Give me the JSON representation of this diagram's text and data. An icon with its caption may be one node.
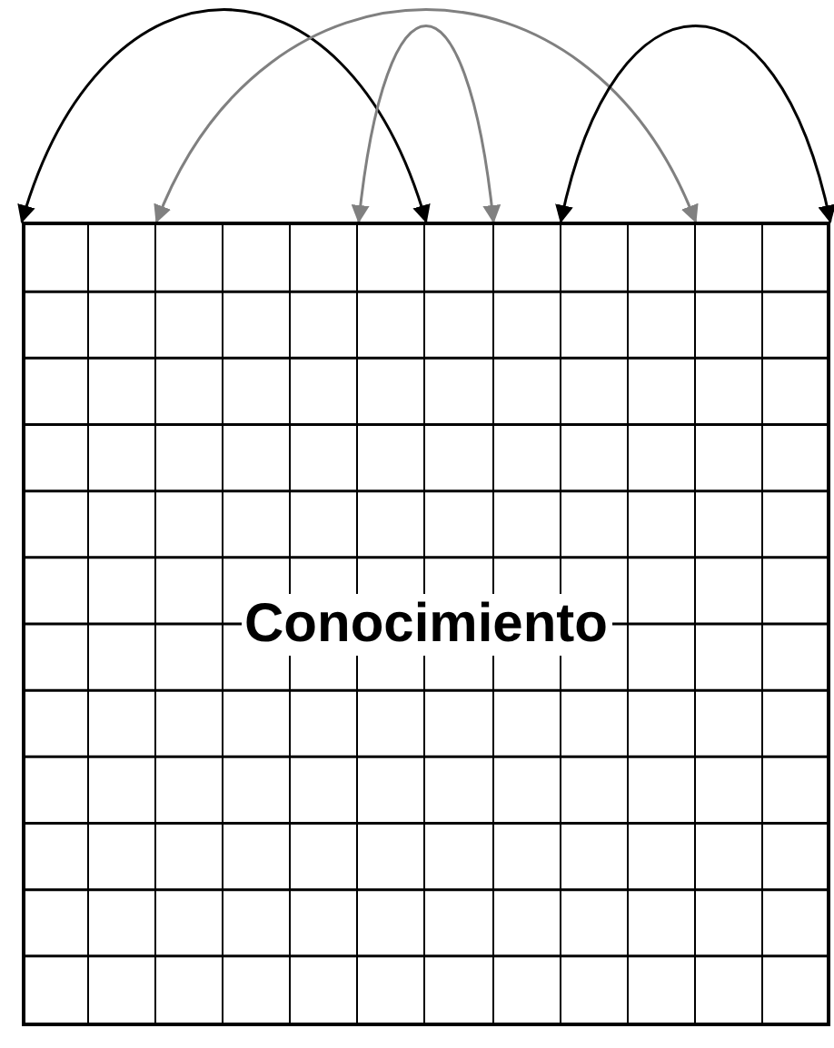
{
  "diagram": {
    "nodes": [
      {
        "text": [
          "Conocimiento"
        ]
      },
      {
        "text": [],
        "shape": "box",
        "in": 0
      },
      {
        "text": [],
        "shape": "box",
        "in": 0
      },
      {
        "text": [],
        "shape": "box",
        "in": 0
      },
      {
        "text": [],
        "shape": "box",
        "in": 0
      },
      {
        "text": [],
        "shape": "box",
        "in": 0
      },
      {
        "text": [],
        "shape": "box",
        "in": 0
      },
      {
        "text": [],
        "shape": "box",
        "in": 0
      },
      {
        "text": [],
        "shape": "box",
        "in": 0
      },
      {
        "text": [],
        "shape": "box",
        "in": 0
      },
      {
        "text": [],
        "shape": "box",
        "in": 0
      },
      {
        "text": [],
        "shape": "box",
        "in": 0
      },
      {
        "text": [],
        "shape": "box",
        "in": 0
      }
    ],
    "edges": [
      {
        "from": 1,
        "to": 7,
        "arrow": "both",
        "color": "#000000"
      },
      {
        "from": 3,
        "to": 11,
        "arrow": "both",
        "color": "#808080"
      },
      {
        "from": 6,
        "to": 8,
        "arrow": "both",
        "color": "#808080"
      },
      {
        "from": 9,
        "to": 12,
        "arrow": "both",
        "color": "#000000"
      }
    ]
  }
}
